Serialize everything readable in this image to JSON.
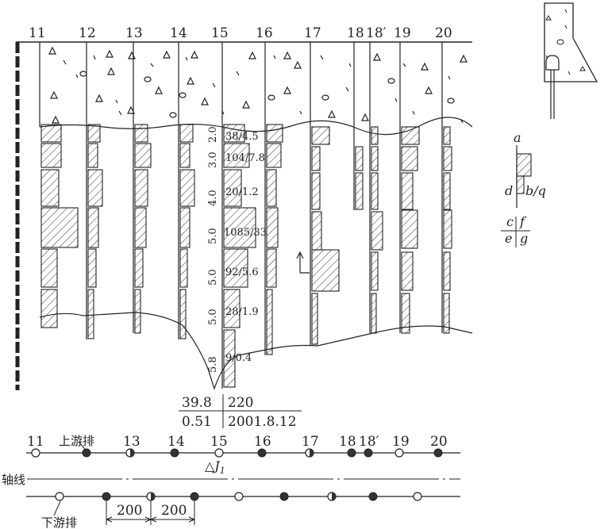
{
  "holes": [
    "11",
    "12",
    "13",
    "14",
    "15",
    "16",
    "17",
    "18",
    "18′",
    "19",
    "20"
  ],
  "center_column": {
    "depths": [
      "2.0",
      "3.0",
      "4.0",
      "5.0",
      "5.0",
      "5.0",
      "5.8"
    ],
    "ratios": [
      "38/4.5",
      "104/7.8",
      "20/1.2",
      "1085/33",
      "92/5.6",
      "28/1.9",
      "9/0.4"
    ]
  },
  "bottom_note": {
    "c": "39.8",
    "f": "220",
    "e": "0.51",
    "g": "2001.8.12"
  },
  "legend": {
    "a": "a",
    "d": "d",
    "bq": "b/q",
    "c": "c",
    "f": "f",
    "e": "e",
    "g": "g"
  },
  "plan": {
    "upstream_label": "上游排",
    "downstream_label": "下游排",
    "axis_label": "轴线",
    "upstream_holes": [
      "11",
      "13",
      "14",
      "15",
      "16",
      "17",
      "18",
      "18′",
      "19",
      "20"
    ],
    "station": "△J",
    "station_sub": "1",
    "spacing_1": "200",
    "spacing_2": "200"
  }
}
